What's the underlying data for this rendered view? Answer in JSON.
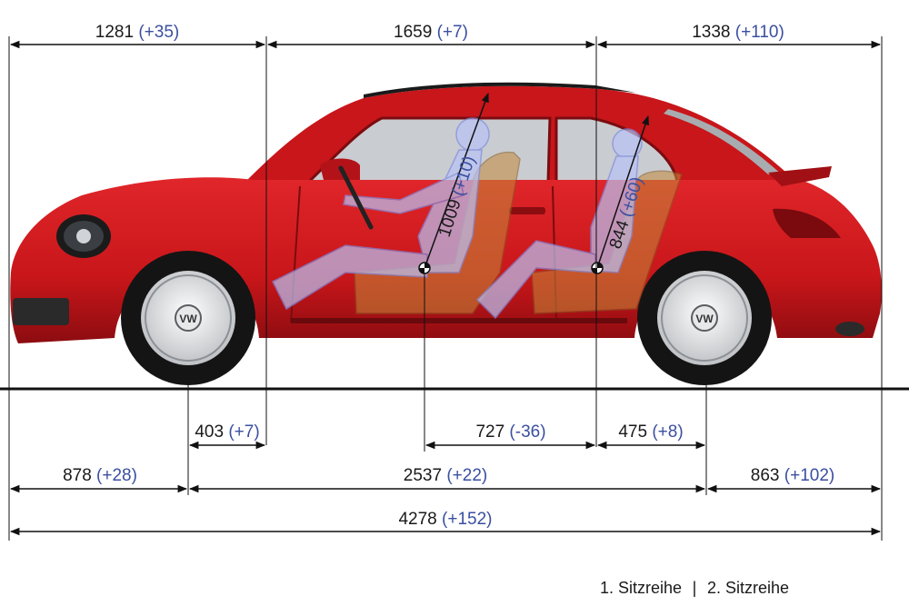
{
  "dimensions": {
    "front_overhang_top": {
      "value": "1281",
      "delta": "(+35)"
    },
    "cabin_top": {
      "value": "1659",
      "delta": "(+7)"
    },
    "rear_top": {
      "value": "1338",
      "delta": "(+110)"
    },
    "front_axle_to_seat": {
      "value": "403",
      "delta": "(+7)"
    },
    "seat_spacing": {
      "value": "727",
      "delta": "(-36)"
    },
    "rear_seat_to_axle": {
      "value": "475",
      "delta": "(+8)"
    },
    "front_overhang": {
      "value": "878",
      "delta": "(+28)"
    },
    "wheelbase": {
      "value": "2537",
      "delta": "(+22)"
    },
    "rear_overhang": {
      "value": "863",
      "delta": "(+102)"
    },
    "overall_length": {
      "value": "4278",
      "delta": "(+152)"
    },
    "front_headroom": {
      "value": "1009",
      "delta": "(+10)"
    },
    "rear_headroom": {
      "value": "844",
      "delta": "(+60)"
    }
  },
  "legend": {
    "row1": "1. Sitzreihe",
    "separator": "|",
    "row2": "2. Sitzreihe"
  },
  "colors": {
    "body": "#c8161a",
    "delta_text": "#3b4fa0",
    "occupant": "#9aa8f0",
    "seat": "#c48a3a"
  }
}
